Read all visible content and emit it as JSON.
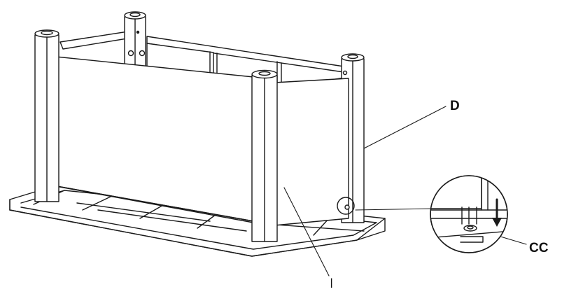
{
  "callouts": {
    "d": "D",
    "cc": "CC",
    "i": "I"
  },
  "colors": {
    "line": "#1a1a1a",
    "panel": "#ffffff",
    "background": "#ffffff"
  },
  "icons": {
    "arrow": "down-arrow-icon",
    "magnifier": "detail-circle-icon"
  }
}
